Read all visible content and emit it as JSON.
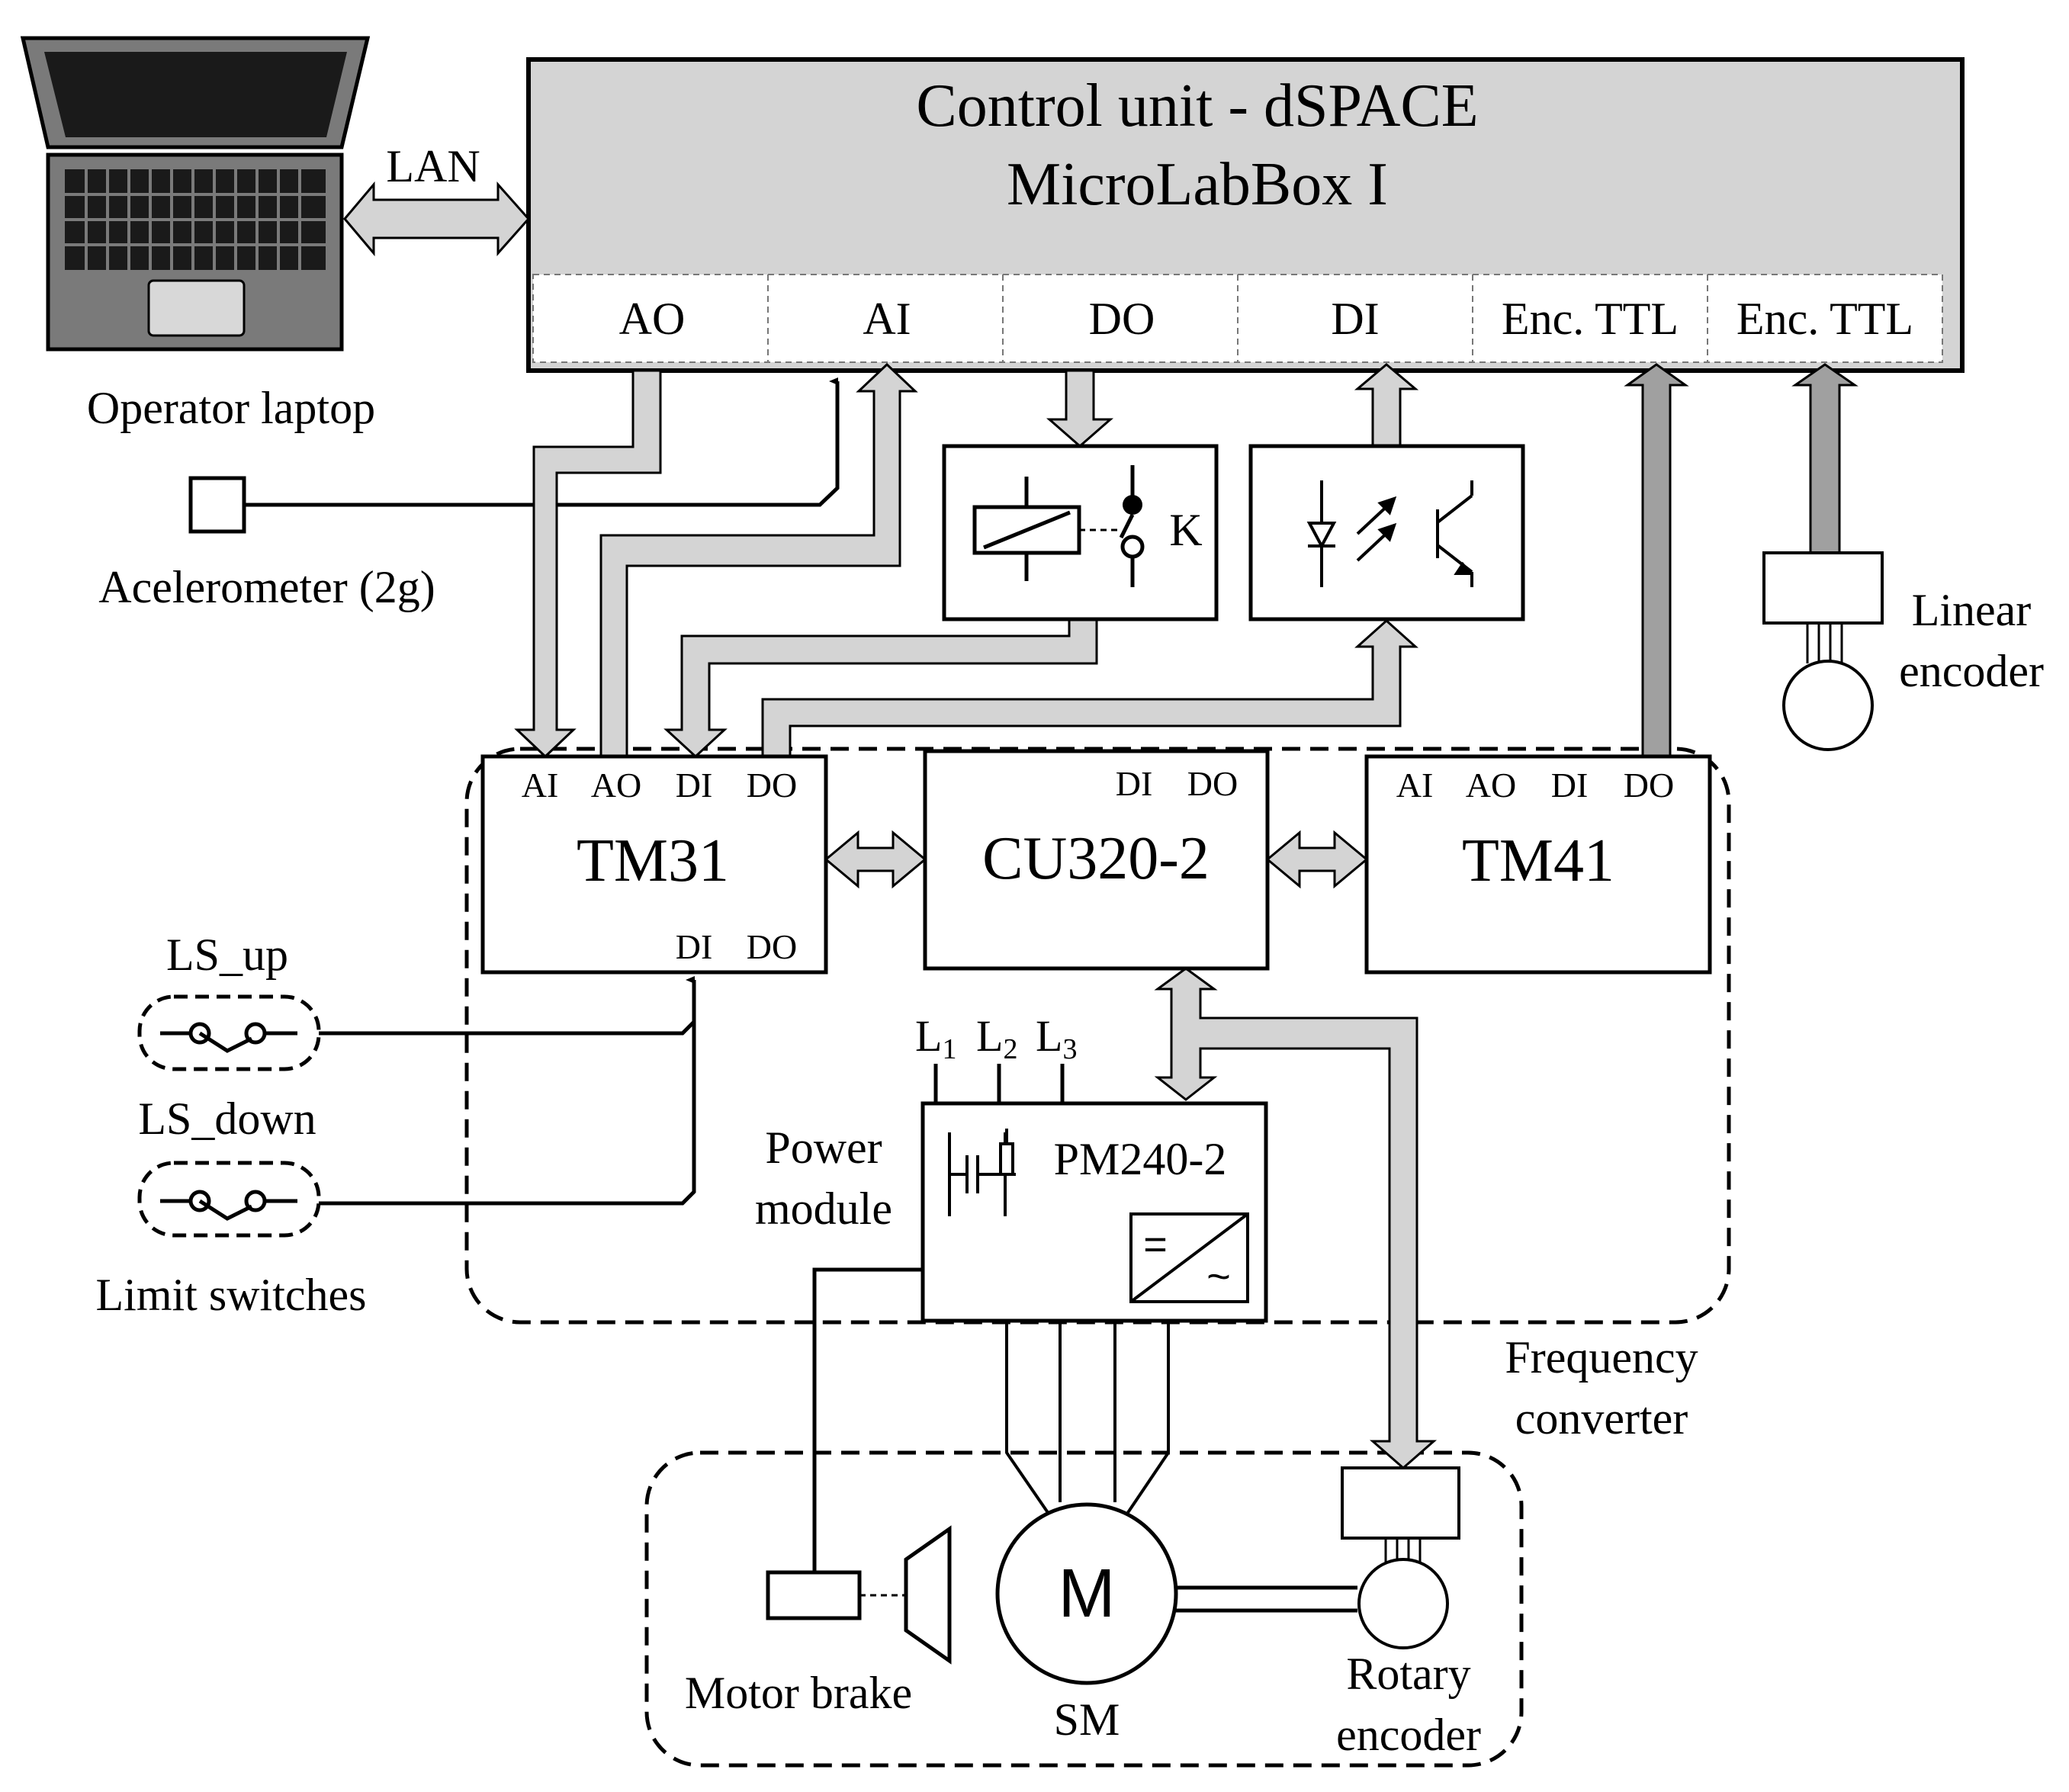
{
  "control_unit": {
    "title_line1": "Control unit - dSPACE",
    "title_line2": "MicroLabBox I",
    "ports": [
      "AO",
      "AI",
      "DO",
      "DI",
      "Enc. TTL",
      "Enc. TTL"
    ]
  },
  "laptop": {
    "label": "Operator laptop"
  },
  "lan_label": "LAN",
  "accelerometer_label": "Acelerometer (2g)",
  "relay_label": "K",
  "linear_encoder_label": [
    "Linear",
    "encoder"
  ],
  "tm31": {
    "name": "TM31",
    "top_ports": [
      "AI",
      "AO",
      "DI",
      "DO"
    ],
    "bottom_ports": [
      "DI",
      "DO"
    ]
  },
  "cu320": {
    "name": "CU320-2",
    "top_ports": [
      "DI",
      "DO"
    ]
  },
  "tm41": {
    "name": "TM41",
    "top_ports": [
      "AI",
      "AO",
      "DI",
      "DO"
    ]
  },
  "limit_switches": {
    "up": "LS_up",
    "down": "LS_down",
    "caption": "Limit switches"
  },
  "power_module": {
    "caption": [
      "Power",
      "module"
    ],
    "name": "PM240-2",
    "phases": [
      "L",
      "L",
      "L"
    ],
    "phase_subscripts": [
      "1",
      "2",
      "3"
    ],
    "dc_symbol": "=",
    "ac_symbol": "~"
  },
  "frequency_converter_label": [
    "Frequency",
    "converter"
  ],
  "motor": {
    "symbol": "M",
    "label": "SM"
  },
  "motor_brake_label": "Motor brake",
  "rotary_encoder_label": [
    "Rotary",
    "encoder"
  ]
}
